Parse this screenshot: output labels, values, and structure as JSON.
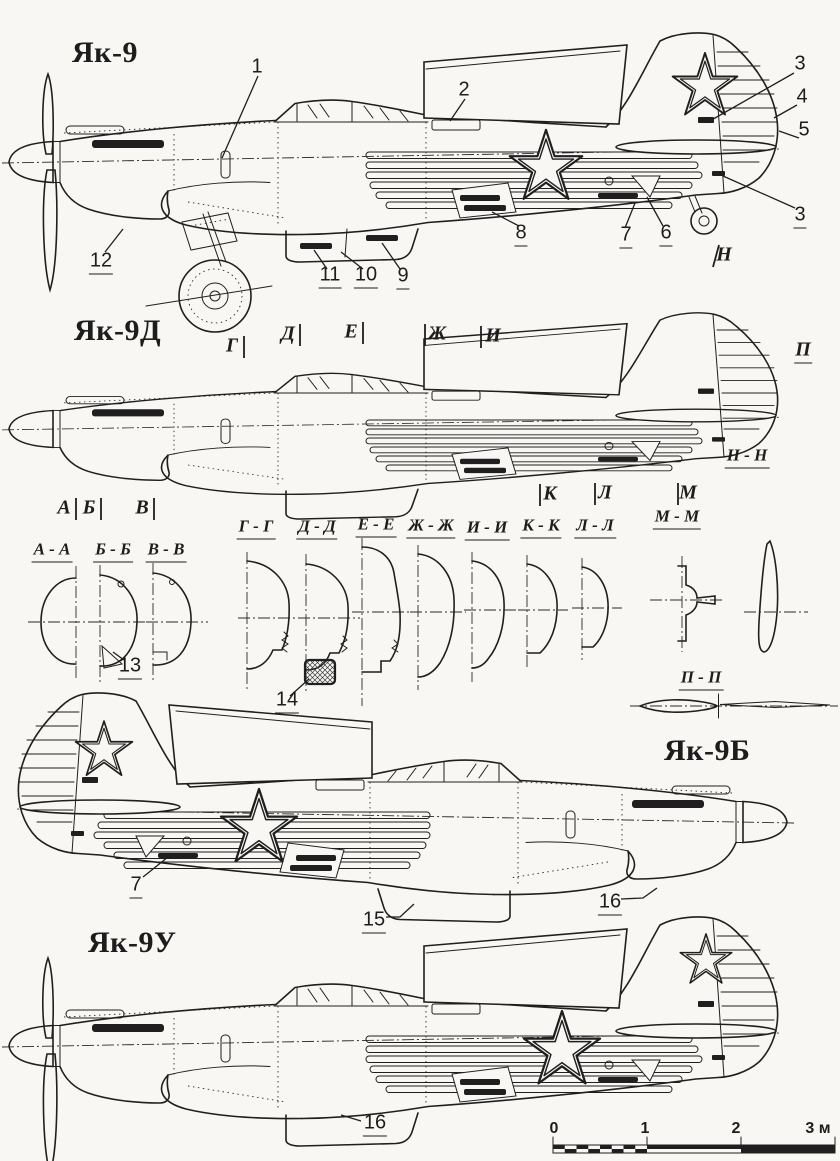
{
  "document": {
    "type": "aircraft general-arrangement technical drawing",
    "subject": "Yakovlev Yak-9 fighter variants: side views with fuselage cross-sections and detail callouts",
    "language": "ru"
  },
  "views": {
    "yak9": {
      "title": "Як-9",
      "callouts": {
        "c1": "1",
        "c2": "2",
        "c3_top": "3",
        "c4": "4",
        "c5": "5",
        "c3_bottom": "3",
        "c6": "6",
        "c7": "7",
        "c8": "8",
        "c9": "9",
        "c10": "10",
        "c11": "11",
        "c12": "12"
      },
      "station_marker_n": "Н"
    },
    "yak9d": {
      "title": "Як-9Д",
      "station_markers_top": {
        "g": "Г",
        "d": "Д",
        "e": "Е",
        "zh": "Ж",
        "i": "И"
      },
      "station_marker_p": "П",
      "station_markers_bottom": {
        "a": "А",
        "b": "Б",
        "v": "В",
        "k": "К",
        "l": "Л",
        "m": "М"
      },
      "section_label_nn": "Н - Н"
    },
    "sections": {
      "row1": {
        "aa": "А - А",
        "bb": "Б - Б",
        "vv": "В - В"
      },
      "row2": {
        "gg": "Г - Г",
        "dd": "Д - Д",
        "ee": "Е - Е",
        "zhzh": "Ж - Ж",
        "ii": "И - И",
        "kk": "К - К",
        "ll": "Л - Л",
        "mm": "М - М"
      },
      "pp": "П - П",
      "callouts": {
        "c13": "13",
        "c14": "14"
      }
    },
    "yak9b": {
      "title": "Як-9Б",
      "callouts": {
        "c7": "7",
        "c15": "15",
        "c16": "16"
      }
    },
    "yak9u": {
      "title": "Як-9У",
      "callouts": {
        "c16": "16"
      }
    }
  },
  "scale_bar": {
    "tick_labels": [
      "0",
      "1",
      "2",
      "3 м"
    ],
    "unit": "м",
    "total_meters": 3
  },
  "colors": {
    "paper": "#f8f7f3",
    "ink": "#1f1f1f"
  }
}
